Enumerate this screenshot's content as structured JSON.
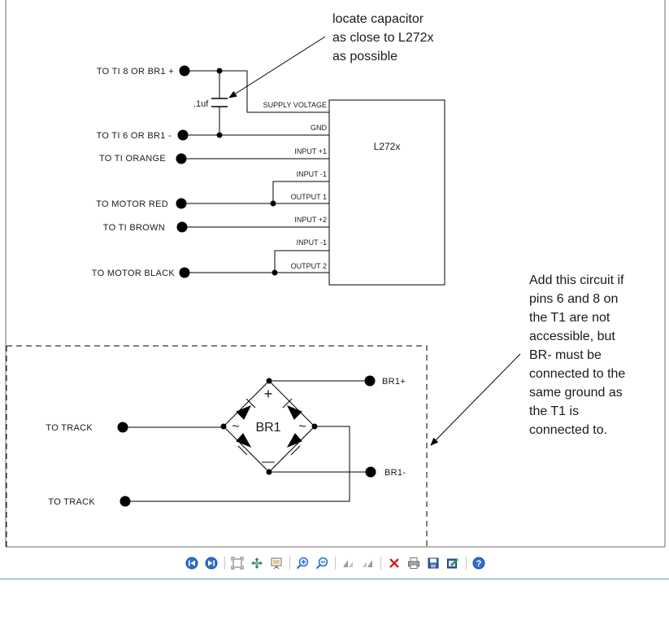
{
  "schematic": {
    "chip_label": "L272x",
    "pins": {
      "supply": "SUPPLY VOLTAGE",
      "gnd": "GND",
      "in1": "INPUT +1",
      "in1n": "INPUT -1",
      "out1": "OUTPUT 1",
      "in2": "INPUT +2",
      "in2n": "INPUT -1",
      "out2": "OUTPUT 2"
    },
    "terminals": {
      "t1": "TO TI 8 OR BR1 +",
      "t2": "TO TI 6 OR BR1 -",
      "t3": "TO TI ORANGE",
      "t4": "TO MOTOR RED",
      "t5": "TO TI BROWN",
      "t6": "TO MOTOR BLACK"
    },
    "capacitor_label": ".1uf",
    "note_top": [
      "locate  capacitor",
      "as close to L272x",
      "as possible"
    ]
  },
  "bridge": {
    "name": "BR1",
    "plus_symbol": "+",
    "minus_symbol": "—",
    "ac_symbol": "~",
    "br_plus": "BR1+",
    "br_minus": "BR1-",
    "track1": "TO TRACK",
    "track2": "TO TRACK",
    "note": [
      "Add this circuit if",
      "pins 6 and 8 on",
      "the T1 are not",
      "accessible, but",
      "BR- must be",
      "connected to the",
      "same ground as",
      "the T1 is",
      "connected to."
    ]
  },
  "toolbar": {
    "buttons": [
      "previous-page-icon",
      "next-page-icon",
      "fit-page-icon",
      "pan-icon",
      "full-screen-icon",
      "zoom-in-icon",
      "zoom-out-icon",
      "rotate-left-icon",
      "rotate-right-icon",
      "close-icon",
      "print-icon",
      "save-icon",
      "edit-icon",
      "help-icon"
    ]
  }
}
